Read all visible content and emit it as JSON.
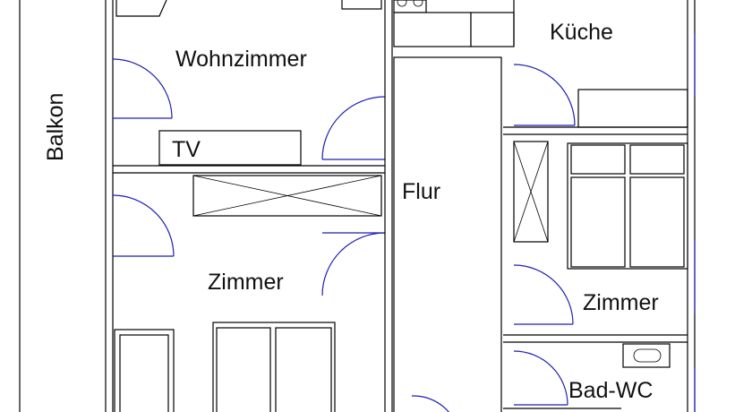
{
  "rooms": {
    "balcony": "Balkon",
    "living": "Wohnzimmer",
    "tv": "TV",
    "kitchen": "Küche",
    "hall": "Flur",
    "room_left": "Zimmer",
    "room_right": "Zimmer",
    "bath": "Bad-WC"
  },
  "colors": {
    "walls": "#000000",
    "door_swings": "#1f1fb4",
    "background": "#ffffff"
  }
}
